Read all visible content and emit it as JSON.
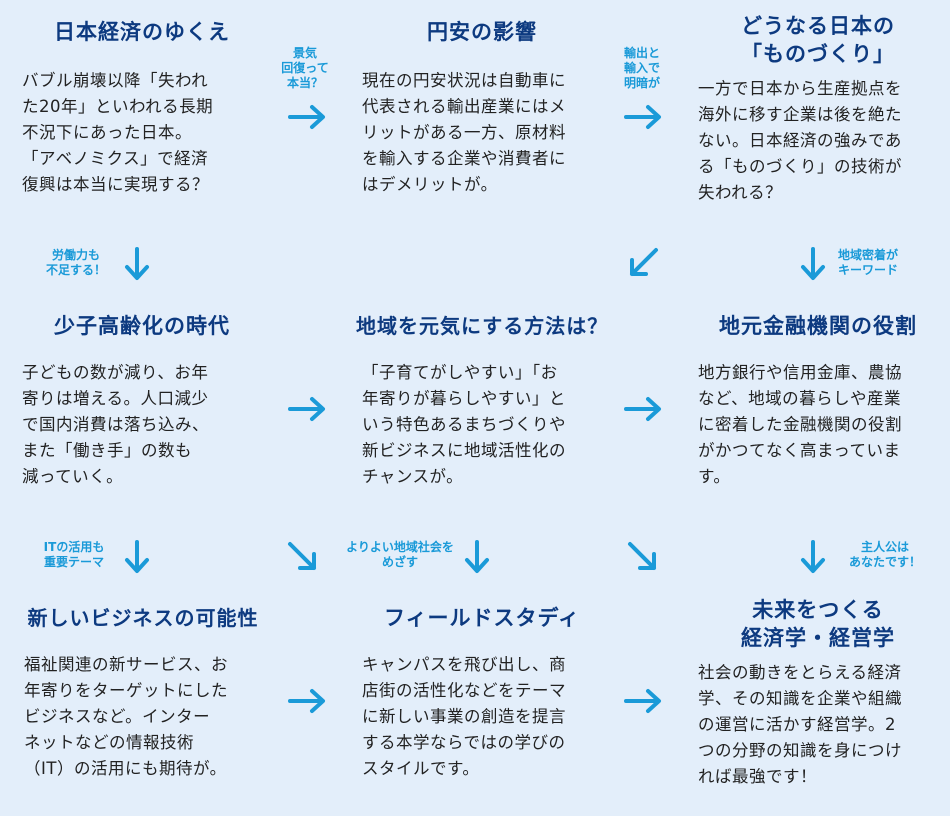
{
  "cells": {
    "r1c1": {
      "title": [
        "日本経済のゆくえ"
      ],
      "body": [
        "バブル崩壊以降「失われ",
        "た20年」といわれる長期",
        "不況下にあった日本。",
        "「アベノミクス」で経済",
        "復興は本当に実現する？"
      ]
    },
    "r1c2": {
      "title": [
        "円安の影響"
      ],
      "body": [
        "現在の円安状況は自動車に",
        "代表される輸出産業にはメ",
        "リットがある一方、原材料",
        "を輸入する企業や消費者に",
        "はデメリットが。"
      ]
    },
    "r1c3": {
      "title": [
        "どうなる日本の",
        "「ものづくり」"
      ],
      "body": [
        "一方で日本から生産拠点を",
        "海外に移す企業は後を絶た",
        "ない。日本経済の強みであ",
        "る「ものづくり」の技術が",
        "失われる？"
      ]
    },
    "r2c1": {
      "title": [
        "少子高齢化の時代"
      ],
      "body": [
        "子どもの数が減り、お年",
        "寄りは増える。人口減少",
        "で国内消費は落ち込み、",
        "また「働き手」の数も",
        "減っていく。"
      ]
    },
    "r2c2": {
      "title": [
        "地域を元気にする方法は？"
      ],
      "body": [
        "「子育てがしやすい」「お",
        "年寄りが暮らしやすい」と",
        "いう特色あるまちづくりや",
        "新ビジネスに地域活性化の",
        "チャンスが。"
      ]
    },
    "r2c3": {
      "title": [
        "地元金融機関の役割"
      ],
      "body": [
        "地方銀行や信用金庫、農協",
        "など、地域の暮らしや産業",
        "に密着した金融機関の役割",
        "がかつてなく高まっていま",
        "す。"
      ]
    },
    "r3c1": {
      "title": [
        "新しいビジネスの可能性"
      ],
      "body": [
        "福祉関連の新サービス、お",
        "年寄りをターゲットにした",
        "ビジネスなど。インター",
        "ネットなどの情報技術",
        "（IT）の活用にも期待が。"
      ]
    },
    "r3c2": {
      "title": [
        "フィールドスタディ"
      ],
      "body": [
        "キャンパスを飛び出し、商",
        "店街の活性化などをテーマ",
        "に新しい事業の創造を提言",
        "する本学ならではの学びの",
        "スタイルです。"
      ]
    },
    "r3c3": {
      "title": [
        "未来をつくる",
        "経済学・経営学"
      ],
      "body": [
        "社会の動きをとらえる経済",
        "学、その知識を企業や組織",
        "の運営に活かす経営学。2",
        "つの分野の知識を身につけ",
        "れば最強です！"
      ]
    }
  },
  "labels": {
    "l1": [
      "景気",
      "回復って",
      "本当？"
    ],
    "l2": [
      "輸出と",
      "輸入で",
      "明暗が"
    ],
    "l3": [
      "労働力も",
      "不足する！"
    ],
    "l4": [
      "地域密着が",
      "キーワード"
    ],
    "l5": [
      "ITの活用も",
      "重要テーマ"
    ],
    "l6": [
      "よりよい地域社会を",
      "めざす"
    ],
    "l7": [
      "主人公は",
      "あなたです！"
    ]
  },
  "colors": {
    "title": "#0d3a80",
    "accent": "#1a9ad8",
    "background": "#e3eefa"
  }
}
